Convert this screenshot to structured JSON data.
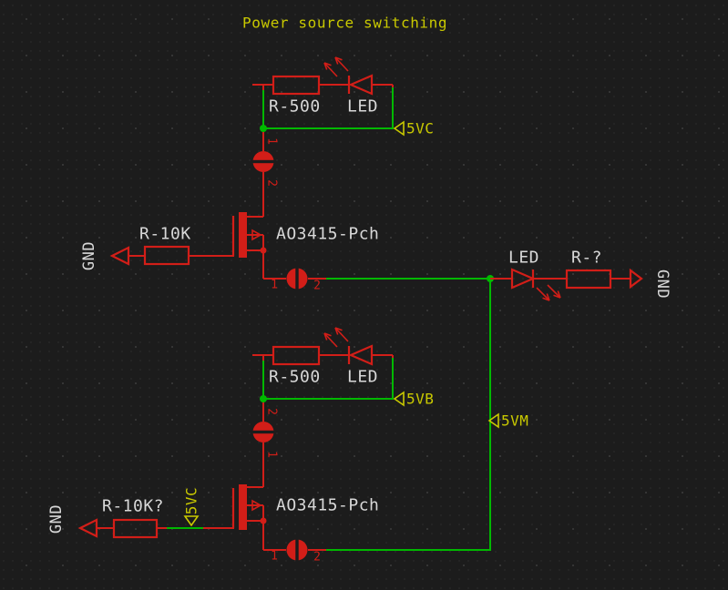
{
  "title": "Power source switching",
  "colors": {
    "background": "#1c1c1c",
    "wire_green": "#00b800",
    "symbol_red": "#d21e18",
    "label_yellow": "#c9c900",
    "text_white": "#d8d8d8"
  },
  "components": {
    "r_top": {
      "label": "R-500"
    },
    "led_top": {
      "label": "LED"
    },
    "q_top": {
      "label": "AO3415-Pch"
    },
    "r_gate_top": {
      "label": "R-10K"
    },
    "jumper_top_vertical": {
      "pin1": "1",
      "pin2": "2"
    },
    "jumper_top_horizontal": {
      "pin1": "1",
      "pin2": "2"
    },
    "r_bottom": {
      "label": "R-500"
    },
    "led_bottom": {
      "label": "LED"
    },
    "q_bottom": {
      "label": "AO3415-Pch"
    },
    "r_gate_bottom": {
      "label": "R-10K?"
    },
    "jumper_bottom_vertical": {
      "pin1": "1",
      "pin2": "2"
    },
    "jumper_bottom_horizontal": {
      "pin1": "1",
      "pin2": "2"
    },
    "led_out": {
      "label": "LED"
    },
    "r_out": {
      "label": "R-?"
    }
  },
  "net_labels": {
    "vc_top": "5VC",
    "vb": "5VB",
    "vm": "5VM",
    "vc_gate": "5VC",
    "gnd_top_left": "GND",
    "gnd_bottom_left": "GND",
    "gnd_right": "GND"
  }
}
